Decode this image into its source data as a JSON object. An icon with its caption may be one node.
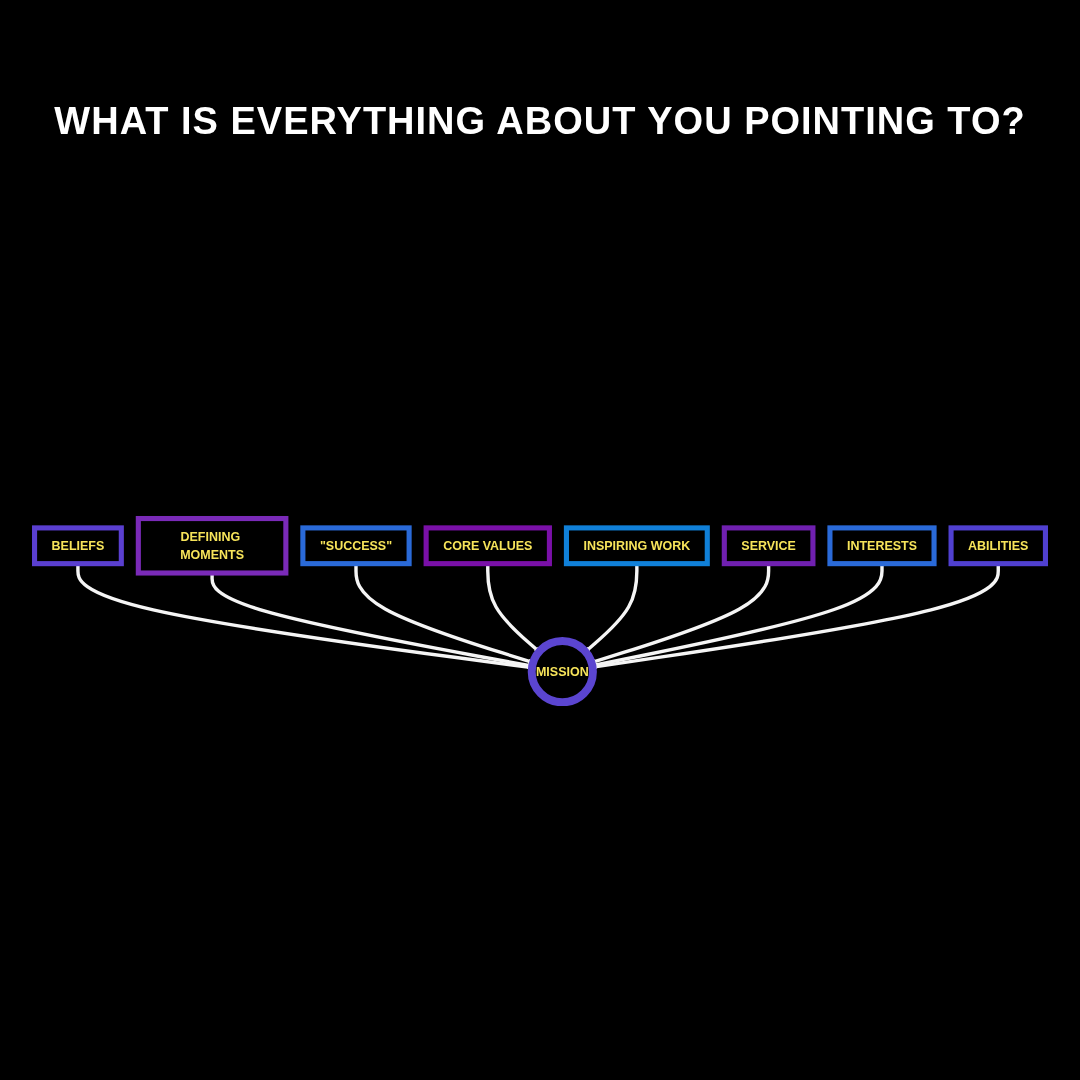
{
  "diagram": {
    "title": "WHAT IS EVERYTHING ABOUT YOU POINTING TO?",
    "nodes": [
      {
        "text": [
          "BELIEFS"
        ]
      },
      {
        "text": [
          "DEFINING MOMENTS"
        ]
      },
      {
        "text": [
          "\"SUCCESS\""
        ]
      },
      {
        "text": [
          "MISSION"
        ]
      },
      {
        "text": [
          "CORE VALUES"
        ]
      },
      {
        "text": [
          "INSPIRING WORK"
        ]
      },
      {
        "text": [
          "SERVICE"
        ]
      },
      {
        "text": [
          "INTERESTS"
        ]
      },
      {
        "text": [
          "ABILITIES"
        ]
      }
    ],
    "edges": [
      {
        "from": 0,
        "to": 3,
        "arrow": "to"
      },
      {
        "from": 1,
        "to": 3,
        "arrow": "to"
      },
      {
        "from": 2,
        "to": 3,
        "arrow": "to"
      },
      {
        "from": 4,
        "to": 3,
        "arrow": "to"
      },
      {
        "from": 5,
        "to": 3,
        "arrow": "to"
      },
      {
        "from": 6,
        "to": 3,
        "arrow": "to"
      },
      {
        "from": 7,
        "to": 3,
        "arrow": "to"
      },
      {
        "from": 8,
        "to": 3,
        "arrow": "to"
      }
    ]
  }
}
